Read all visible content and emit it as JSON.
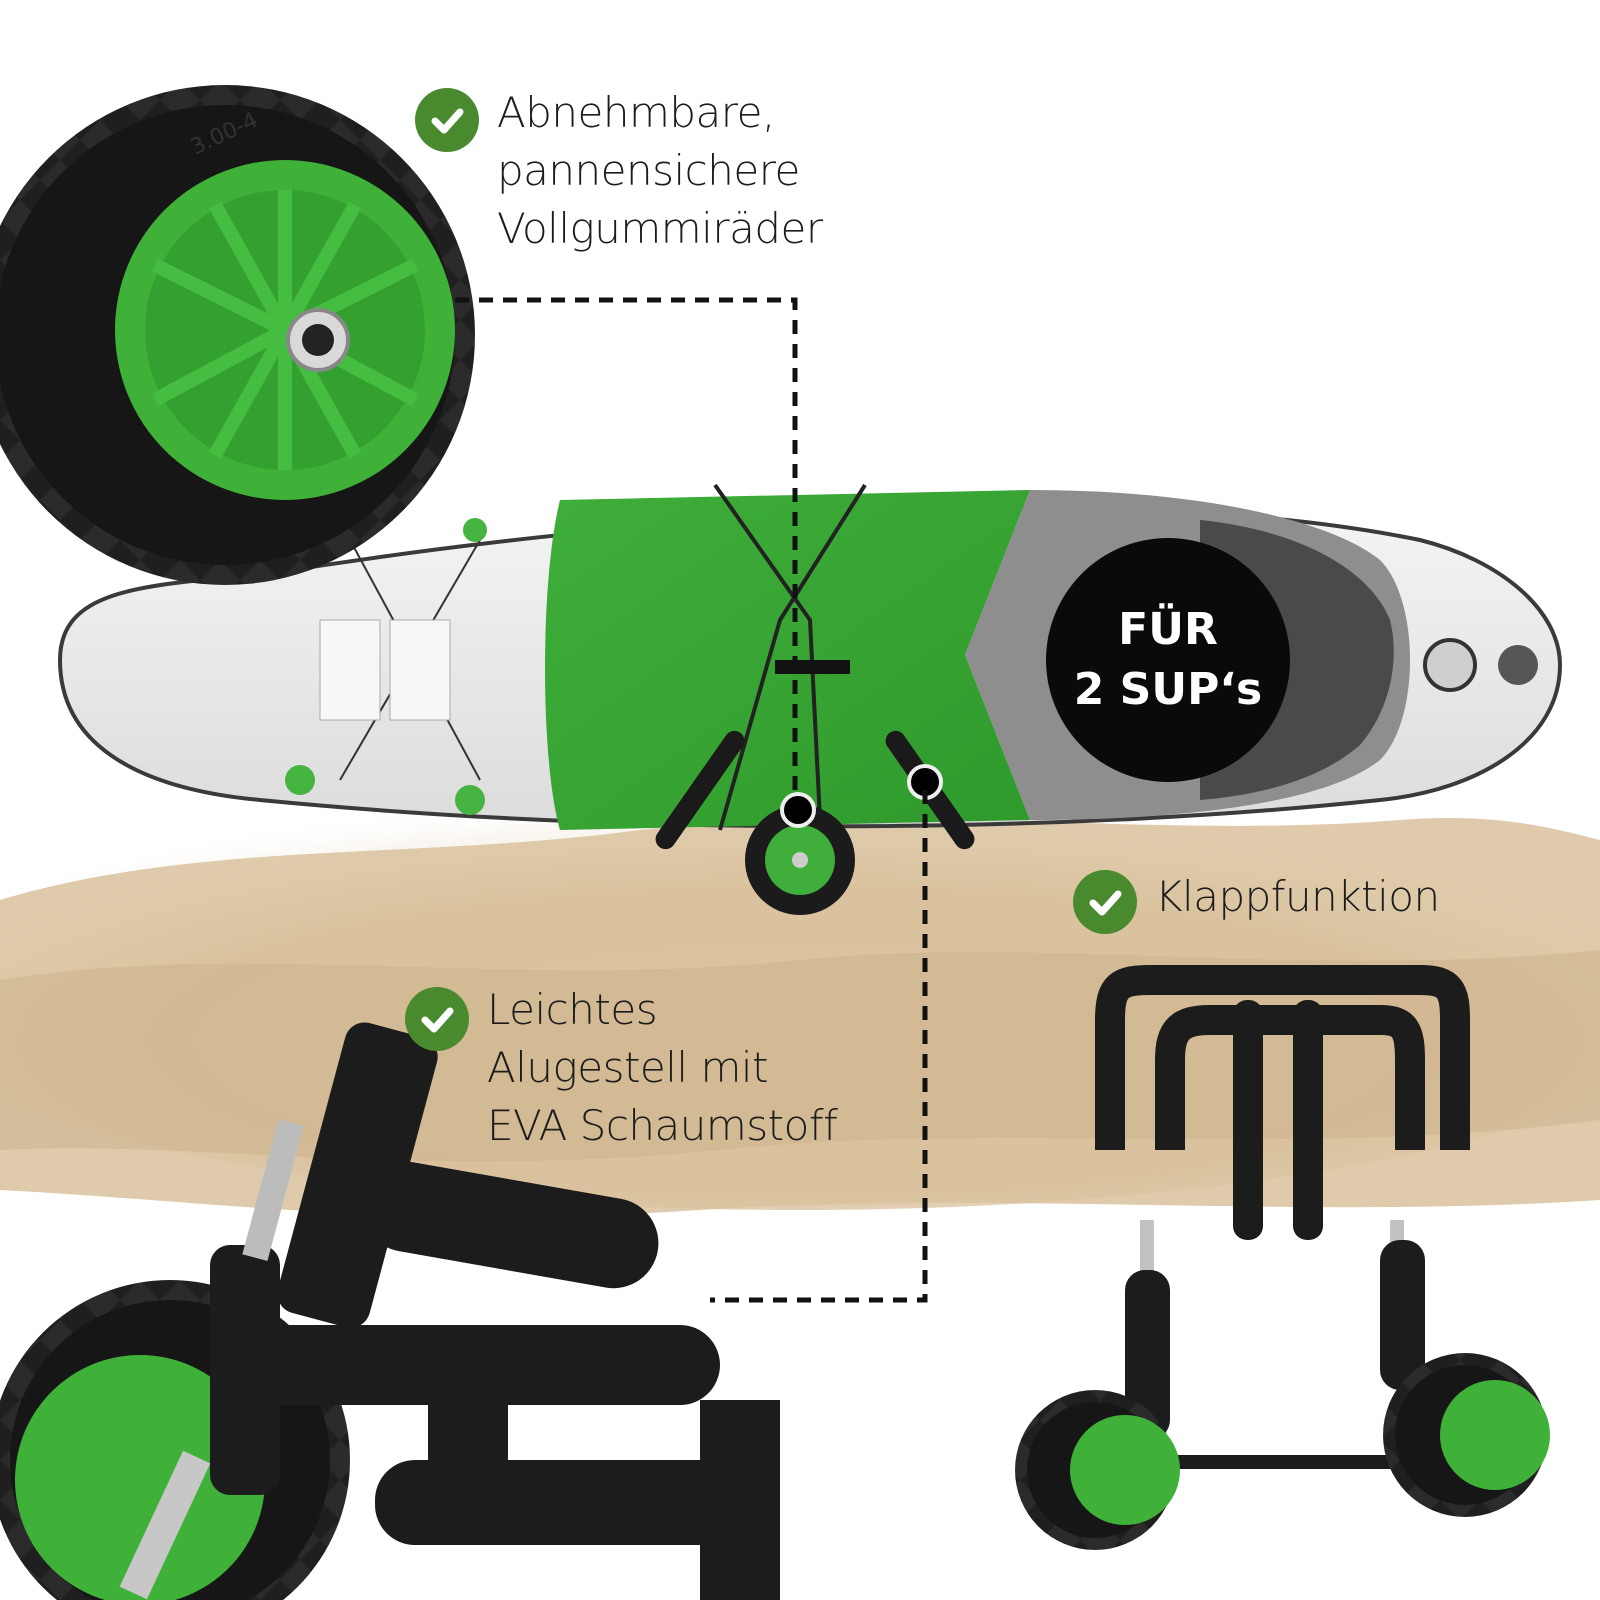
{
  "colors": {
    "accent_green": "#3fa535",
    "check_green": "#4a8a2f",
    "sand": "#d9c3a0",
    "badge_black": "#0a0a0a"
  },
  "features": [
    {
      "icon": "checkmark-icon",
      "lines": [
        "Abnehmbare,",
        "pannensichere",
        "Vollgummiräder"
      ]
    },
    {
      "icon": "checkmark-icon",
      "lines": [
        "Klappfunktion"
      ]
    },
    {
      "icon": "checkmark-icon",
      "lines": [
        "Leichtes",
        "Alugestell mit",
        "EVA Schaumstoff"
      ]
    }
  ],
  "badge": {
    "line1": "FÜR",
    "line2": "2 SUP‘s"
  },
  "wheel_marking": "3.00-4"
}
